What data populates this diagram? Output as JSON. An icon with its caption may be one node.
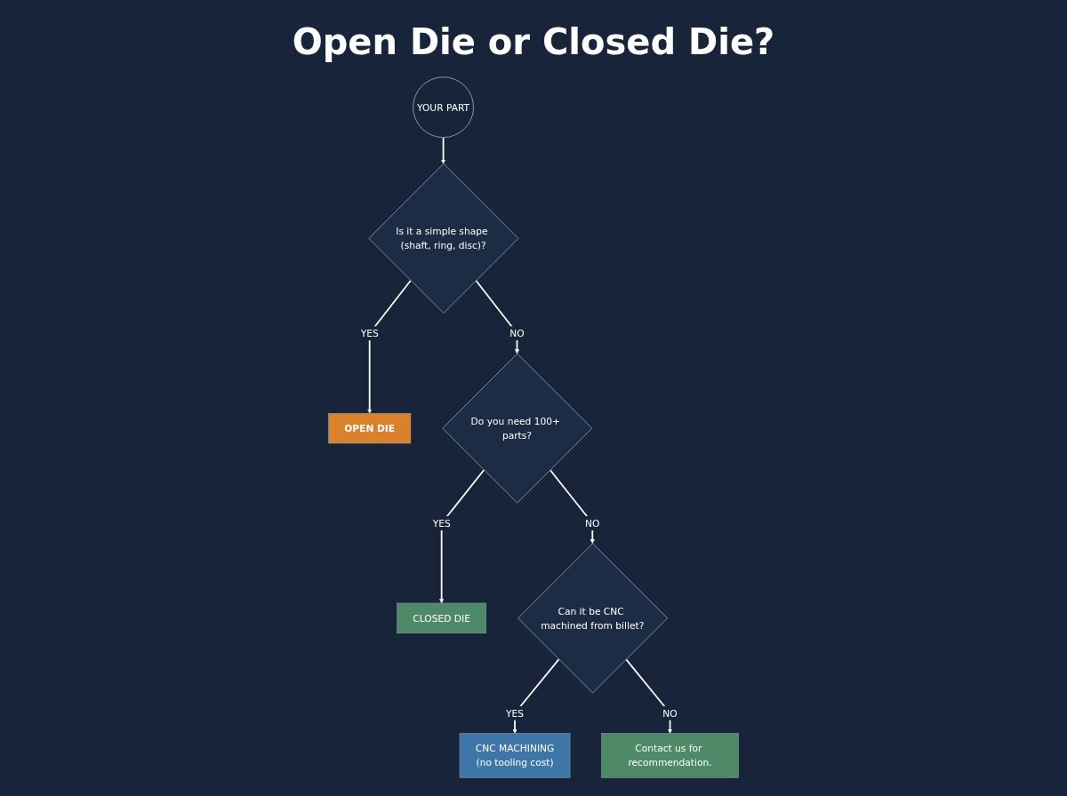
{
  "diagram": {
    "title": "Open Die or Closed Die?",
    "nodes": [
      {
        "text": [
          "YOUR PART"
        ]
      },
      {
        "text": [
          "Is it a simple shape (shaft, ring, disc)?"
        ]
      },
      {
        "text": [
          "OPEN DIE"
        ]
      },
      {
        "text": [
          "Do you need 100+ parts?"
        ]
      },
      {
        "text": [
          "CLOSED DIE"
        ]
      },
      {
        "text": [
          "Can it be CNC machined from billet?"
        ]
      },
      {
        "text": [
          "CNC MACHINING",
          "(no tooling cost)"
        ]
      },
      {
        "text": [
          "Contact us for recommendation."
        ]
      }
    ],
    "edges": [
      {
        "from": 0,
        "to": 1,
        "arrow": "to"
      },
      {
        "from": 1,
        "to": 2,
        "arrow": "to",
        "label": "YES"
      },
      {
        "from": 1,
        "to": 3,
        "arrow": "to",
        "label": "NO"
      },
      {
        "from": 3,
        "to": 4,
        "arrow": "to",
        "label": "YES"
      },
      {
        "from": 3,
        "to": 5,
        "arrow": "to",
        "label": "NO"
      },
      {
        "from": 5,
        "to": 6,
        "arrow": "to",
        "label": "YES"
      },
      {
        "from": 5,
        "to": 7,
        "arrow": "to",
        "label": "NO"
      }
    ]
  }
}
